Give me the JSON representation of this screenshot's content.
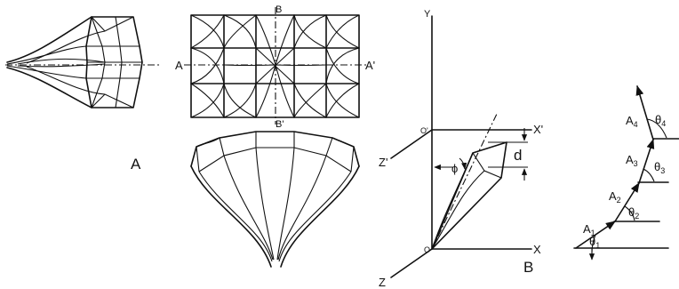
{
  "figure_labels": {
    "panel_a": "A",
    "panel_b": "B",
    "section_a": "A",
    "section_a_prime": "A'",
    "section_b_top": "B",
    "section_b_prime": "B'",
    "axis_y": "Y",
    "axis_x": "X",
    "axis_x_prime": "X'",
    "axis_z": "Z",
    "axis_z_prime": "Z'",
    "origin": "O",
    "origin_prime": "O'",
    "angle_phi": "ϕ",
    "offset_d": "d",
    "vectors": [
      {
        "a": "A",
        "a_sub": "1",
        "theta": "θ",
        "theta_sub": "1"
      },
      {
        "a": "A",
        "a_sub": "2",
        "theta": "θ",
        "theta_sub": "2"
      },
      {
        "a": "A",
        "a_sub": "3",
        "theta": "θ",
        "theta_sub": "3"
      },
      {
        "a": "A",
        "a_sub": "4",
        "theta": "θ",
        "theta_sub": "4"
      }
    ]
  }
}
